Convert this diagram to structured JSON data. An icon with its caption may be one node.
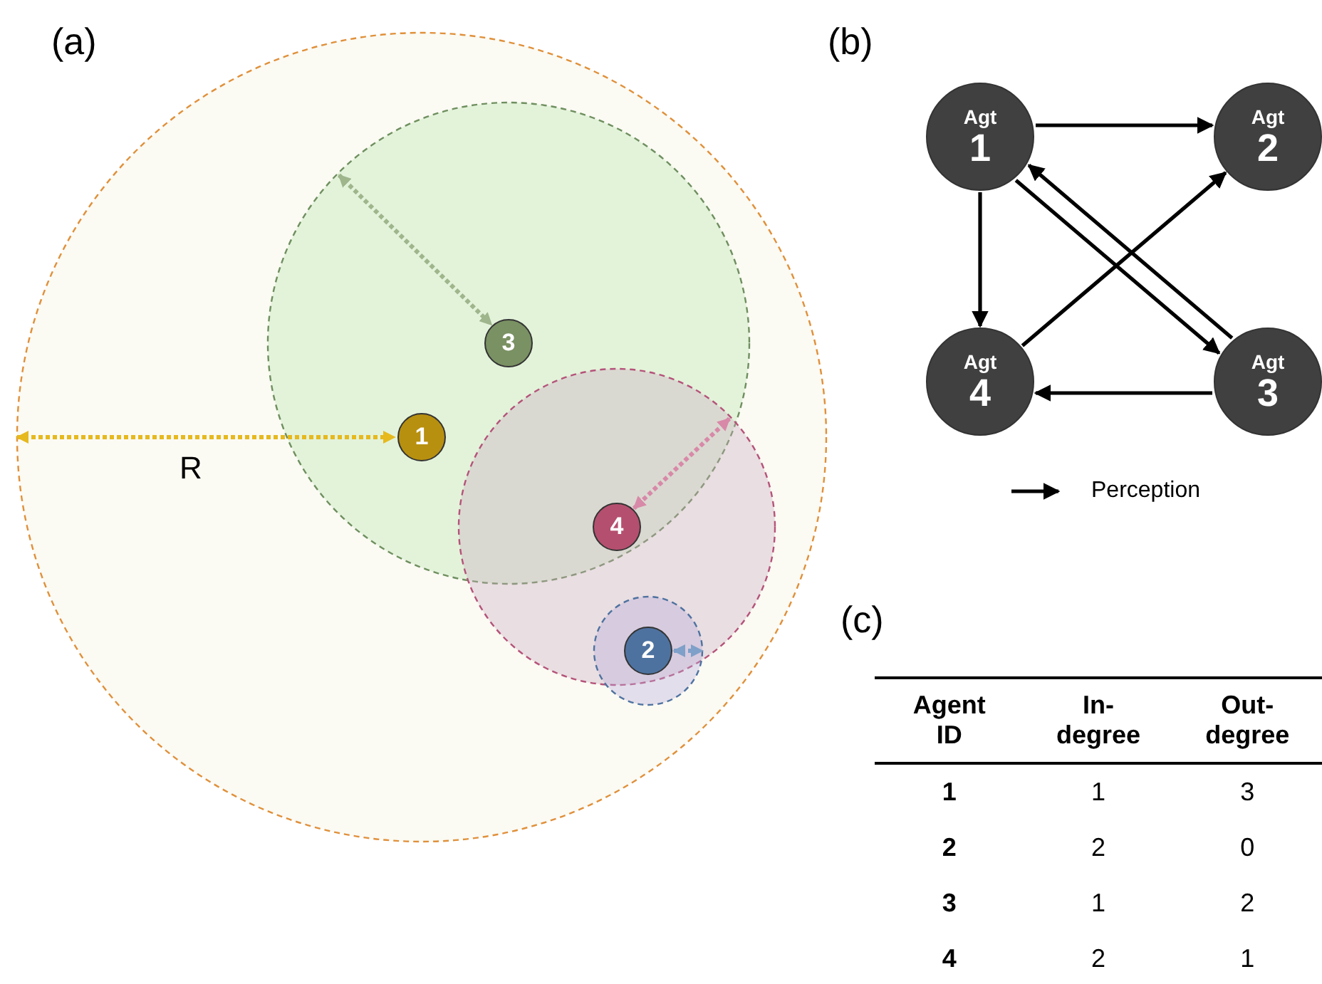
{
  "diagram": {
    "nodes": [
      {
        "text": [
          "3"
        ]
      },
      {
        "text": [
          "1"
        ]
      },
      {
        "text": [
          "4"
        ]
      },
      {
        "text": [
          "2"
        ]
      },
      {
        "text": [
          "Agt",
          "1"
        ]
      },
      {
        "text": [
          "Agt",
          "2"
        ]
      },
      {
        "text": [
          "Agt",
          "4"
        ]
      },
      {
        "text": [
          "Agt",
          "3"
        ]
      }
    ],
    "edges": [
      {
        "from": 4,
        "to": 5,
        "arrow": "to"
      },
      {
        "from": 4,
        "to": 6,
        "arrow": "to"
      },
      {
        "from": 4,
        "to": 7,
        "arrow": "to"
      },
      {
        "from": 7,
        "to": 4,
        "arrow": "to"
      },
      {
        "from": 6,
        "to": 5,
        "arrow": "to"
      },
      {
        "from": 7,
        "to": 6,
        "arrow": "to"
      }
    ],
    "labels": [
      "(a)",
      "R",
      "(b)",
      "(c)",
      "Agent ID",
      "In- degree",
      "Out- degree",
      "1",
      "1",
      "3",
      "2",
      "2",
      "0",
      "3",
      "1",
      "2",
      "4",
      "2",
      "1"
    ],
    "legend": [
      {
        "text": "Perception"
      }
    ]
  }
}
